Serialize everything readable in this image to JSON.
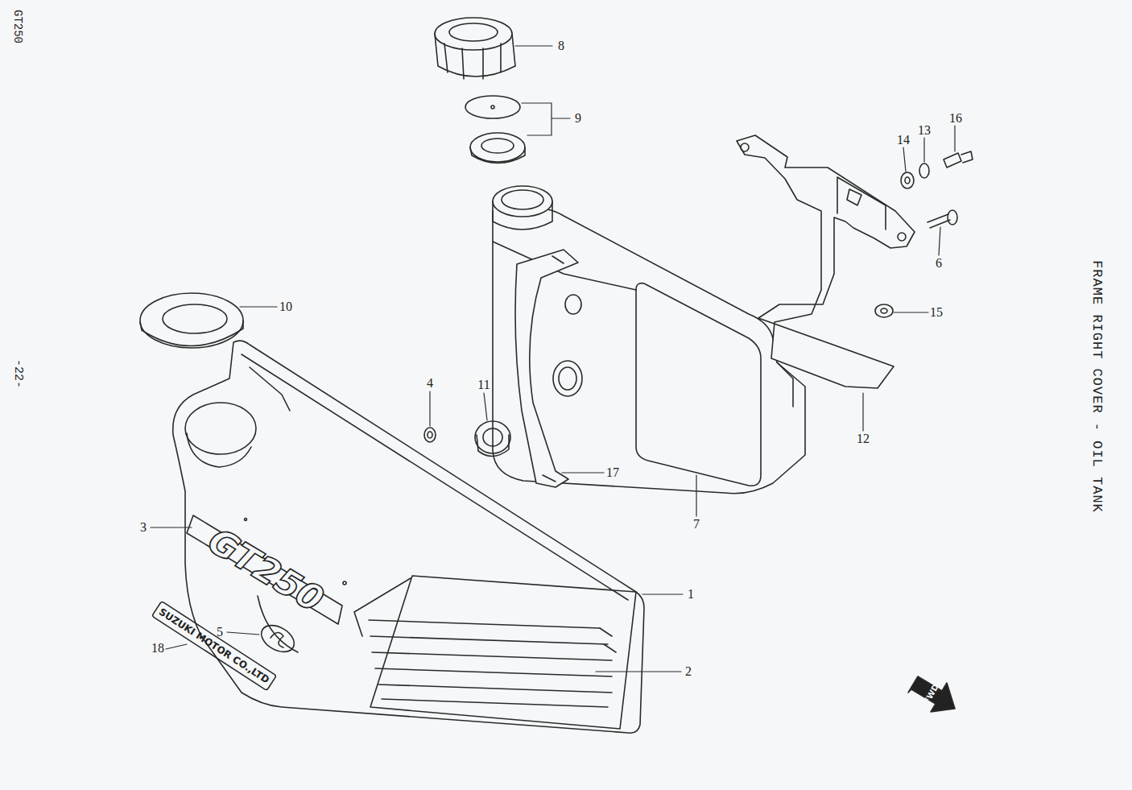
{
  "diagram": {
    "title": "FRAME RIGHT COVER - OIL TANK",
    "labels": [
      "GT250",
      "-22-",
      "8",
      "9",
      "16",
      "13",
      "14",
      "6",
      "15",
      "10",
      "4",
      "11",
      "12",
      "17",
      "7",
      "3",
      "1",
      "5",
      "2",
      "18",
      "GT250",
      "SUZUKI MOTOR CO.,LTD",
      "FWD"
    ]
  }
}
